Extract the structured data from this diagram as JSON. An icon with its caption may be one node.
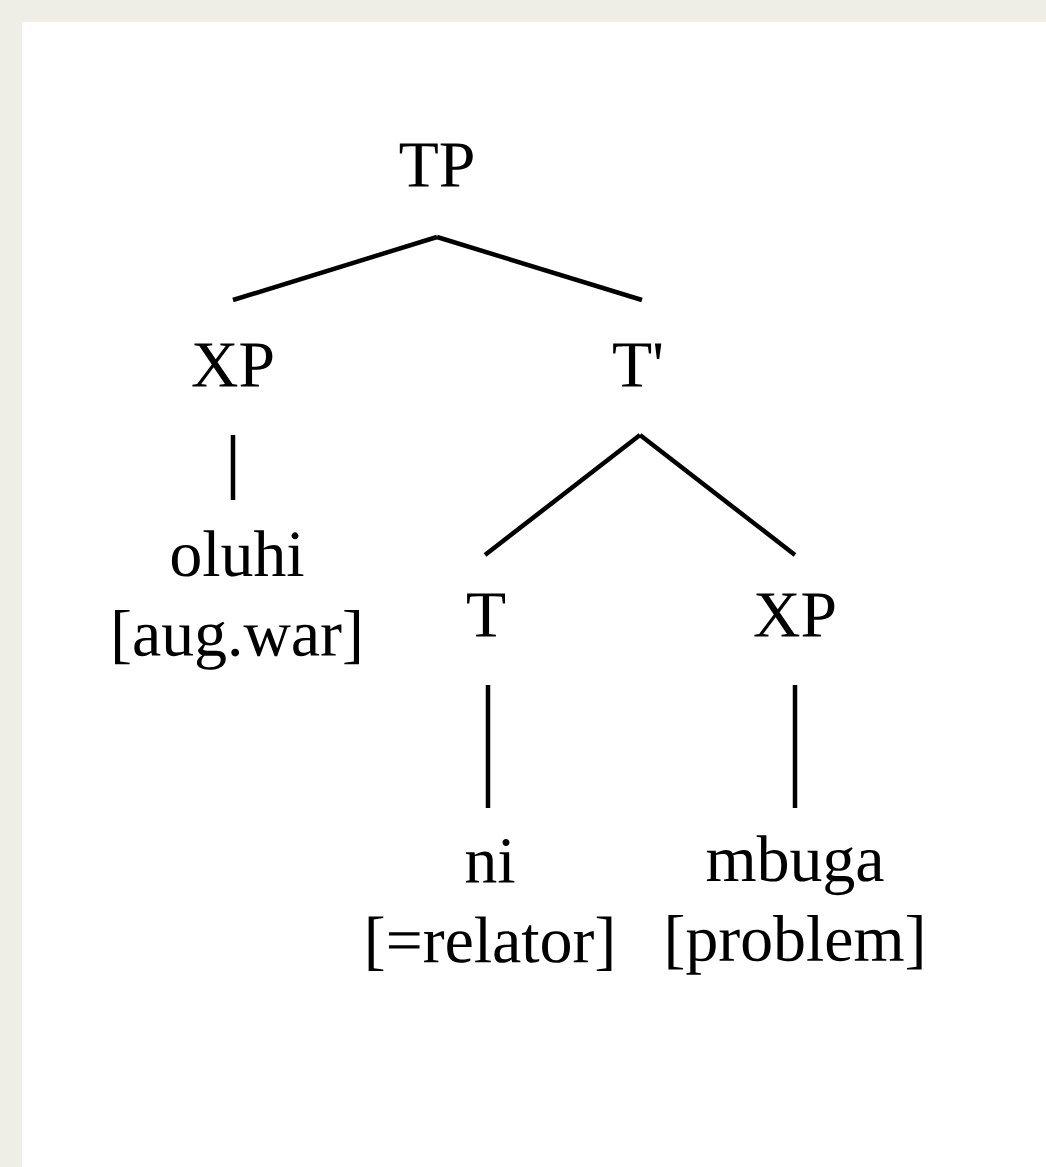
{
  "diagram": {
    "nodes": [
      {
        "text": [
          "TP"
        ]
      },
      {
        "text": [
          "XP"
        ]
      },
      {
        "text": [
          "T'"
        ]
      },
      {
        "text": [
          "oluhi",
          "[aug.war]"
        ]
      },
      {
        "text": [
          "T"
        ]
      },
      {
        "text": [
          "XP"
        ]
      },
      {
        "text": [
          "ni",
          "[=relator]"
        ]
      },
      {
        "text": [
          "mbuga",
          "[problem]"
        ]
      }
    ],
    "edges": [
      {
        "from": 0,
        "to": 1,
        "arrow": "none"
      },
      {
        "from": 0,
        "to": 2,
        "arrow": "none"
      },
      {
        "from": 1,
        "to": 3,
        "arrow": "none"
      },
      {
        "from": 2,
        "to": 4,
        "arrow": "none"
      },
      {
        "from": 2,
        "to": 5,
        "arrow": "none"
      },
      {
        "from": 4,
        "to": 6,
        "arrow": "none"
      },
      {
        "from": 5,
        "to": 7,
        "arrow": "none"
      }
    ]
  }
}
